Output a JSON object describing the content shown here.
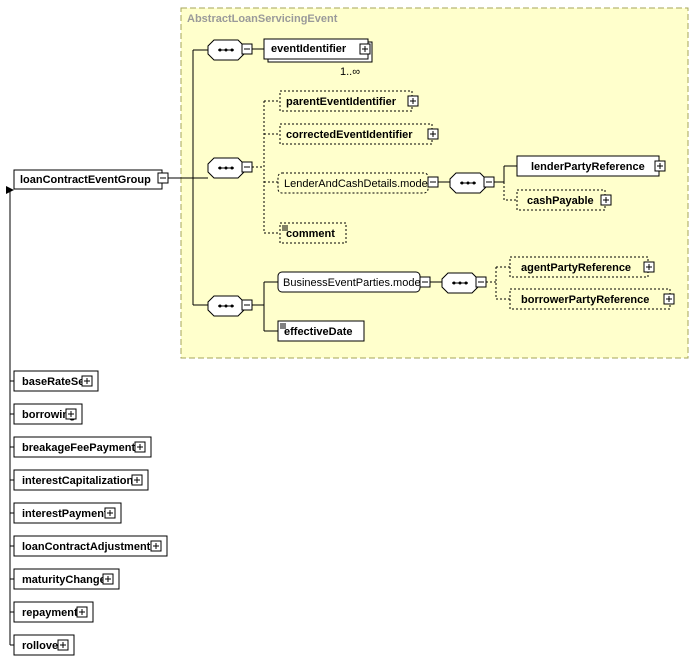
{
  "group": {
    "title": "AbstractLoanServicingEvent",
    "fill_color": "#ffffcc",
    "border_color": "#a6a659"
  },
  "root": {
    "label": "loanContractEventGroup"
  },
  "elements": {
    "event_identifier": {
      "label": "eventIdentifier",
      "cardinality": "1..∞"
    },
    "parent_event_identifier": {
      "label": "parentEventIdentifier"
    },
    "corrected_event_identifier": {
      "label": "correctedEventIdentifier"
    },
    "lender_and_cash_details": {
      "label": "LenderAndCashDetails.model"
    },
    "lender_party_reference": {
      "label": "lenderPartyReference"
    },
    "cash_payable": {
      "label": "cashPayable"
    },
    "comment": {
      "label": "comment"
    },
    "business_event_parties": {
      "label": "BusinessEventParties.model"
    },
    "agent_party_reference": {
      "label": "agentPartyReference"
    },
    "borrower_party_reference": {
      "label": "borrowerPartyReference"
    },
    "effective_date": {
      "label": "effectiveDate"
    }
  },
  "substitutions": [
    {
      "label": "baseRateSet"
    },
    {
      "label": "borrowing"
    },
    {
      "label": "breakageFeePayment"
    },
    {
      "label": "interestCapitalization"
    },
    {
      "label": "interestPayment"
    },
    {
      "label": "loanContractAdjustment"
    },
    {
      "label": "maturityChange"
    },
    {
      "label": "repayment"
    },
    {
      "label": "rollover"
    }
  ],
  "icons": {
    "expand": "plus-box-icon",
    "collapse": "minus-box-icon",
    "sequence": "sequence-compositor-icon",
    "simple_type": "text-content-icon"
  }
}
